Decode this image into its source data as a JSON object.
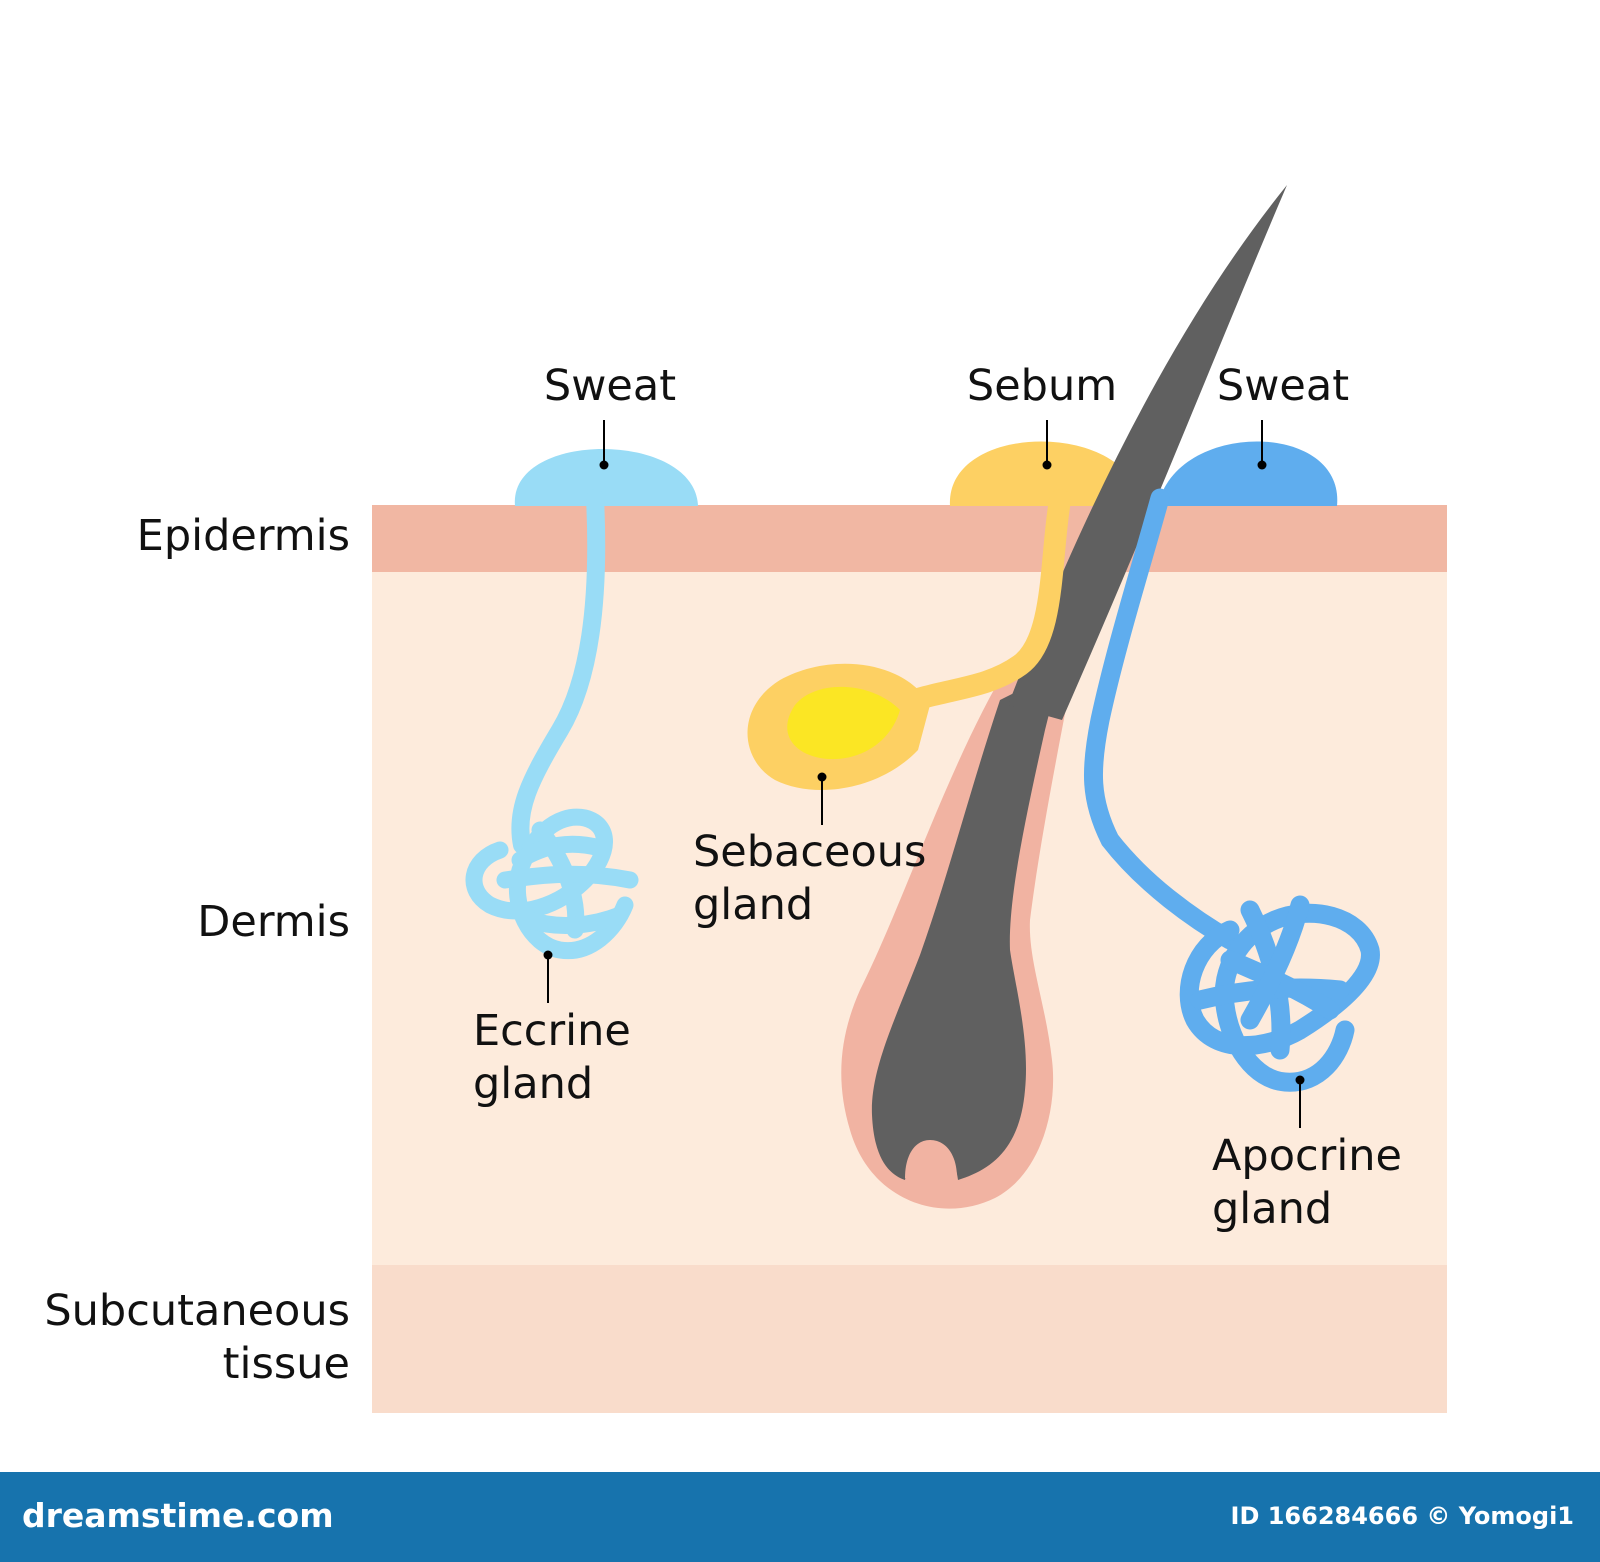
{
  "labels": {
    "epidermis": "Epidermis",
    "dermis": "Dermis",
    "subcutaneous_line1": "Subcutaneous",
    "subcutaneous_line2": "tissue",
    "sweat_left": "Sweat",
    "sebum": "Sebum",
    "sweat_right": "Sweat",
    "sebaceous_line1": "Sebaceous",
    "sebaceous_line2": "gland",
    "eccrine_line1": "Eccrine",
    "eccrine_line2": "gland",
    "apocrine_line1": "Apocrine",
    "apocrine_line2": "gland"
  },
  "footer": {
    "brand": "dreamstime.com",
    "id_text": "ID 166284666 © Yomogi1"
  },
  "colors": {
    "epidermis": "#f1b7a3",
    "dermis": "#fdebdc",
    "subcutaneous": "#f9dccb",
    "eccrine": "#99dcf6",
    "apocrine": "#5fadee",
    "sebum_outer": "#fdd063",
    "sebum_inner": "#fbe624",
    "hair": "#606060",
    "follicle": "#f1b3a2",
    "footer": "#1773ad"
  }
}
